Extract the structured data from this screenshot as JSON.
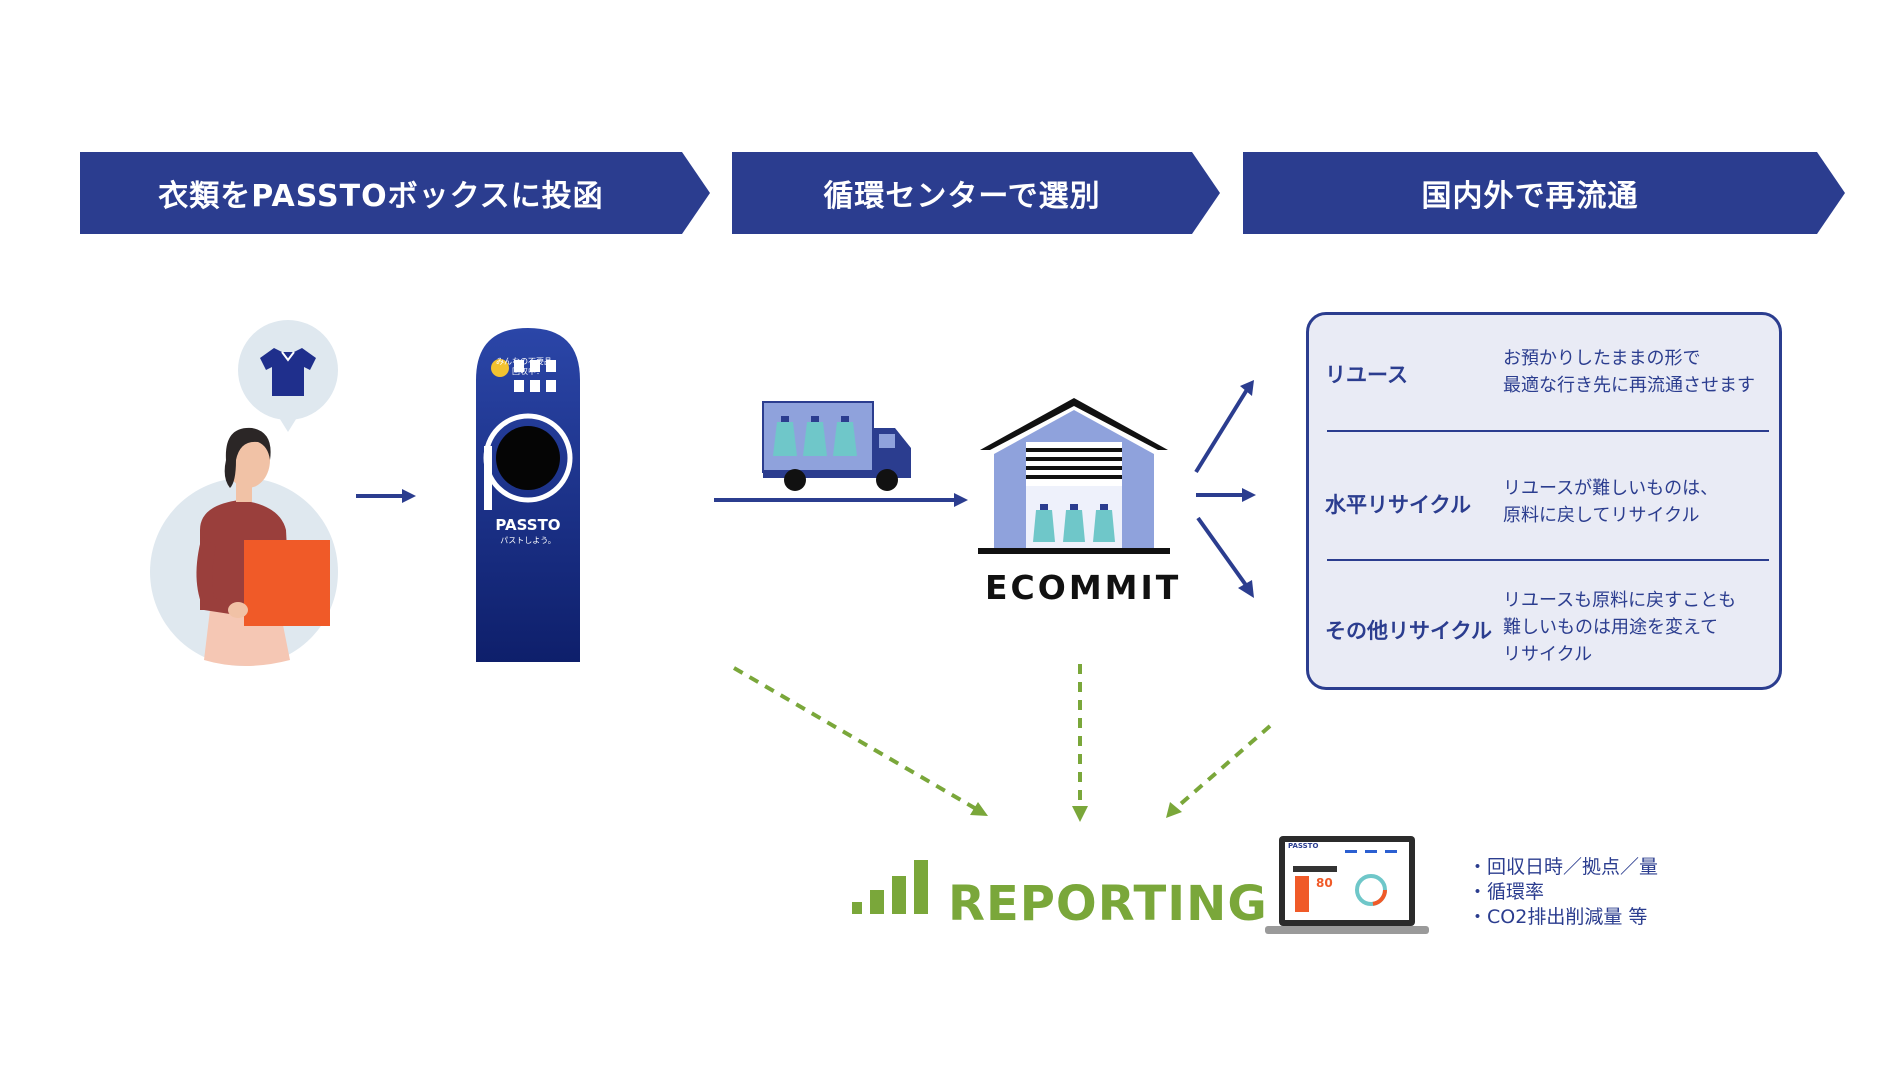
{
  "steps": [
    {
      "label": "衣類をPASSTOボックスに投函"
    },
    {
      "label": "循環センターで選別"
    },
    {
      "label": "国内外で再流通"
    }
  ],
  "passto_box": {
    "top_text_1": "みんなの不要品、",
    "top_text_2": "回収中！",
    "brand": "PASSTO",
    "tagline": "パストしよう。"
  },
  "sorting_center": {
    "name": "ECOMMIT"
  },
  "outcomes": [
    {
      "title": "リユース",
      "desc": [
        "お預かりしたままの形で",
        "最適な行き先に再流通させます"
      ]
    },
    {
      "title": "水平リサイクル",
      "desc": [
        "リユースが難しいものは、",
        "原料に戻してリサイクル"
      ]
    },
    {
      "title": "その他リサイクル",
      "desc": [
        "リユースも原料に戻すことも",
        "難しいものは用途を変えて",
        "リサイクル"
      ]
    }
  ],
  "reporting": {
    "label": "REPORTING",
    "screen_brand": "PASSTO",
    "screen_value": "80",
    "items": [
      "回収日時／拠点／量",
      "循環率",
      "CO2排出削減量 等"
    ]
  },
  "colors": {
    "navy": "#2b3d8f",
    "light_blue": "#8fa2dc",
    "green": "#7aa73a",
    "orange": "#f05a28"
  }
}
